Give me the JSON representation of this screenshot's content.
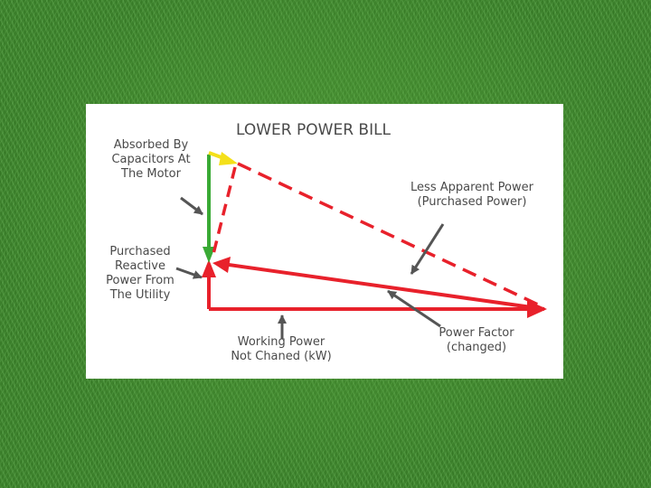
{
  "diagram": {
    "title": "LOWER POWER BILL",
    "labels": {
      "absorbed": [
        "Absorbed By",
        "Capacitors At",
        "The Motor"
      ],
      "purchased_reactive": [
        "Purchased",
        "Reactive",
        "Power From",
        "The Utility"
      ],
      "less_apparent": [
        "Less Apparent Power",
        "(Purchased Power)"
      ],
      "working_power": [
        "Working Power",
        "Not Chaned (kW)"
      ],
      "power_factor": [
        "Power Factor",
        "(changed)"
      ]
    },
    "colors": {
      "red_vectors": "#e8212b",
      "green_vector": "#3aaa35",
      "yellow_arrow": "#f4e01a",
      "pointer_arrows": "#555555",
      "grass_background": "#3f8f2c",
      "card": "#ffffff"
    }
  }
}
